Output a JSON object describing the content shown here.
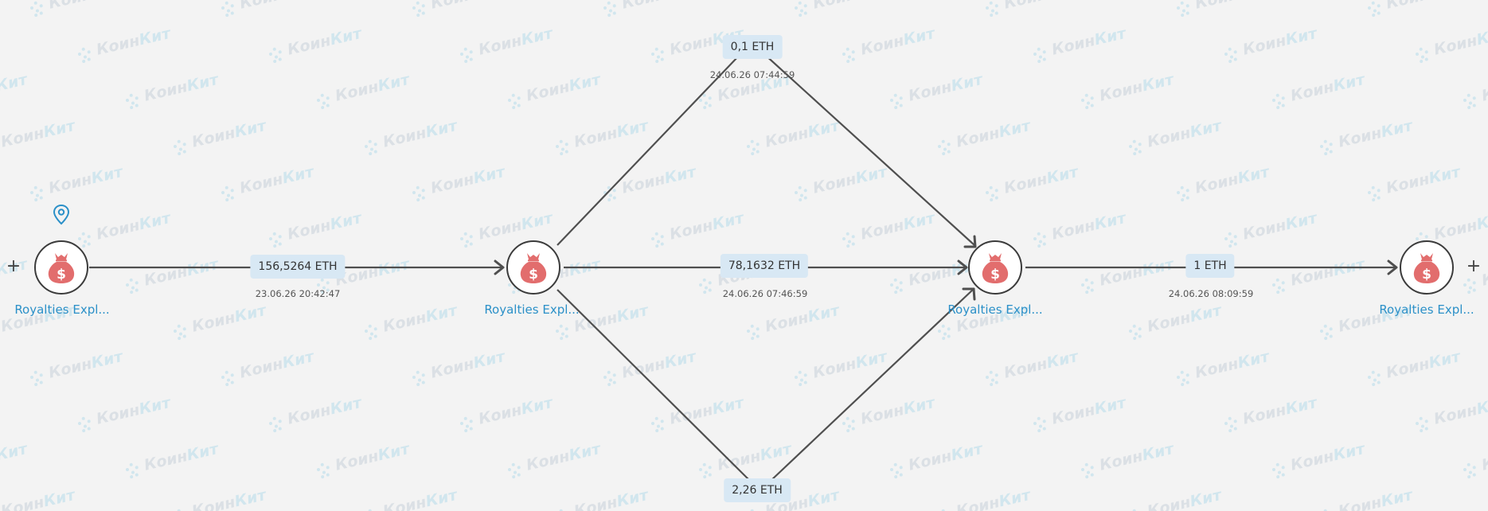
{
  "watermark": {
    "part1": "Коин",
    "part2": "Кит",
    "color1": "#c8d2da",
    "color2": "#b7dcea"
  },
  "colors": {
    "node_icon": "#e26d6d",
    "label": "#2b90c8",
    "edge": "#4f4f4f",
    "amount_bg": "#d8e8f4"
  },
  "node_icon_name": "money-bag-icon",
  "nodes": [
    {
      "id": "n1",
      "label": "Royalties Expl..."
    },
    {
      "id": "n2",
      "label": "Royalties Expl..."
    },
    {
      "id": "n3",
      "label": "Royalties Expl..."
    },
    {
      "id": "n4",
      "label": "Royalties Expl..."
    }
  ],
  "edges": [
    {
      "id": "e1",
      "amount": "156,5264 ETH",
      "time": "23.06.26 20:42:47"
    },
    {
      "id": "e2",
      "amount": "0,1 ETH",
      "time": "24.06.26 07:44:59"
    },
    {
      "id": "e3",
      "amount": "78,1632 ETH",
      "time": "24.06.26 07:46:59"
    },
    {
      "id": "e4",
      "amount": "2,26 ETH",
      "time": ""
    },
    {
      "id": "e5",
      "amount": "1 ETH",
      "time": "24.06.26 08:09:59"
    }
  ],
  "expand": {
    "left": "+",
    "right": "+"
  }
}
